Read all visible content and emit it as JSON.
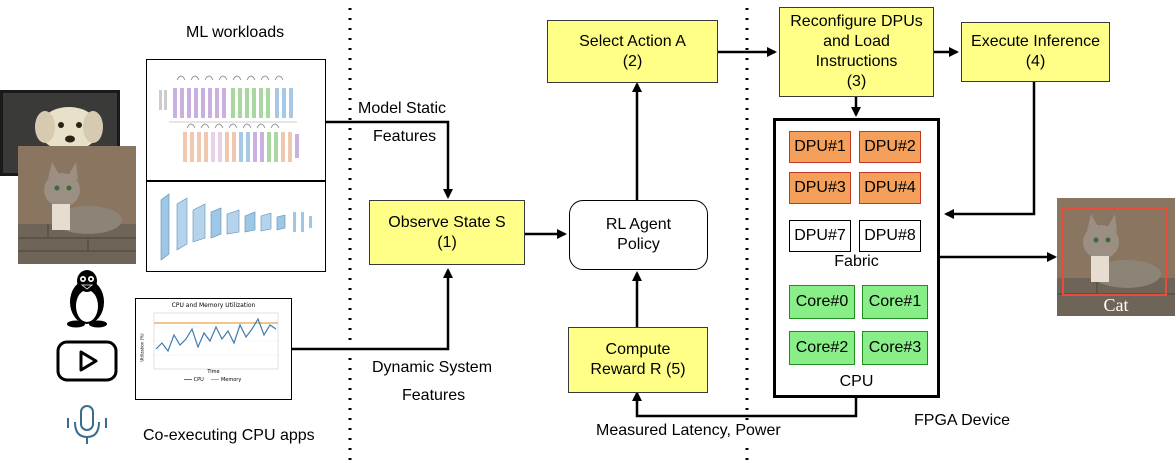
{
  "workload_labels": {
    "ml_workloads": "ML workloads",
    "model_static_1": "Model Static",
    "model_static_2": "Features",
    "dynamic_1": "Dynamic System",
    "dynamic_2": "Features",
    "co_executing": "Co-executing CPU apps",
    "measured": "Measured Latency, Power",
    "fpga_device": "FPGA Device"
  },
  "steps": {
    "observe": {
      "line1": "Observe State S",
      "line2": "(1)"
    },
    "select": {
      "line1": "Select Action A",
      "line2": "(2)"
    },
    "reconfigure": {
      "line1": "Reconfigure DPUs",
      "line2": "and Load",
      "line3": "Instructions",
      "line4": "(3)"
    },
    "execute": {
      "line1": "Execute Inference",
      "line2": "(4)"
    },
    "compute": {
      "line1": "Compute",
      "line2": "Reward R (5)"
    },
    "agent": {
      "line1": "RL Agent",
      "line2": "Policy"
    }
  },
  "fpga": {
    "dpus_active": [
      "DPU#1",
      "DPU#2",
      "DPU#3",
      "DPU#4"
    ],
    "dpus_idle": [
      "DPU#7",
      "DPU#8"
    ],
    "fabric_label": "Fabric",
    "cores": [
      "Core#0",
      "Core#1",
      "Core#2",
      "Core#3"
    ],
    "cpu_label": "CPU"
  },
  "thumbnails": {
    "cpu_chart_title": "CPU and Memory Utilization",
    "cpu_chart_xlabel": "Time",
    "cpu_chart_ylabel": "Utilization (%)",
    "cpu_chart_legend": [
      "CPU",
      "Memory"
    ]
  },
  "output": {
    "label": "Cat"
  },
  "icons": [
    "linux-penguin-icon",
    "video-play-icon",
    "microphone-icon"
  ],
  "colors": {
    "step_fill": "#ffff88",
    "dpu_active_fill": "#f5a05a",
    "core_fill": "#88ee88",
    "detection_box": "#e74c3c"
  }
}
